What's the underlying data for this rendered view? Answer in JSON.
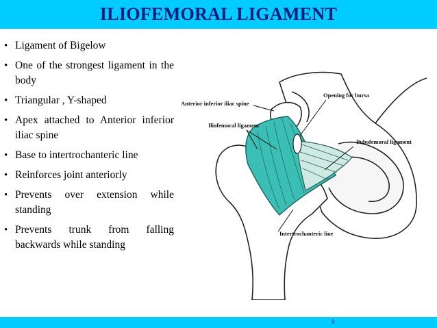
{
  "slide": {
    "title": "ILIOFEMORAL LIGAMENT",
    "bullets": [
      "Ligament of Bigelow",
      "One of the strongest ligament in the body",
      "Triangular , Y-shaped",
      "Apex attached to Anterior inferior iliac spine",
      "Base to intertrochanteric line",
      " Reinforces joint anteriorly",
      "Prevents over extension while standing",
      "Prevents trunk from falling backwards while standing"
    ],
    "page_number": "9"
  },
  "figure": {
    "labels": {
      "anterior_inferior_iliac_spine": "Anterior inferior iliac spine",
      "opening_for_bursa": "Opening for bursa",
      "iliofemoral_ligament": "Iliofemoral ligament",
      "pubofemoral_ligament": "Pubofemoral ligament",
      "intertrochanteric_line": "Intertrochanteric line"
    }
  },
  "colors": {
    "bar": "#00ccff",
    "title_text": "#0a1a7a",
    "ligament": "#3bbfb5",
    "bone_outline": "#222222"
  }
}
